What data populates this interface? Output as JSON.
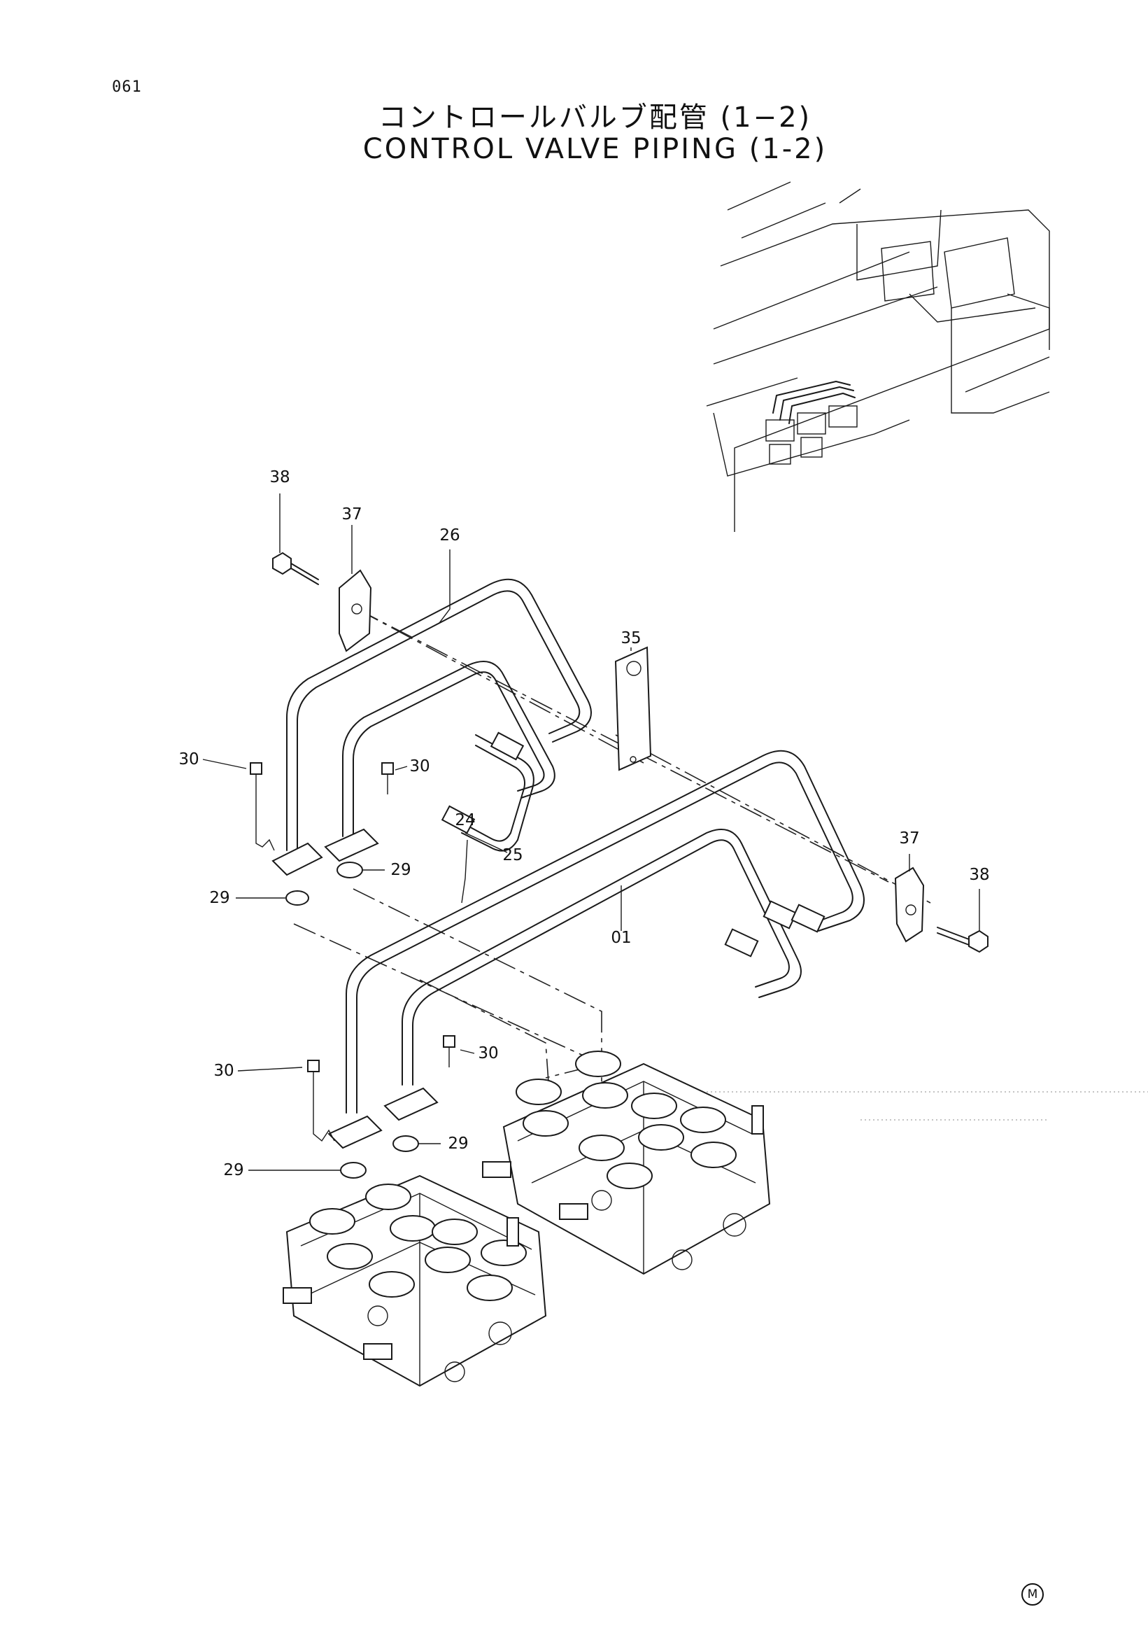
{
  "page_number": "061",
  "title_jp": "コントロールバルブ配管 (1−2)",
  "title_en": "CONTROL VALVE PIPING (1-2)",
  "callouts": {
    "c38_top": "38",
    "c37_top": "37",
    "c26": "26",
    "c35": "35",
    "c30_a": "30",
    "c30_b": "30",
    "c24": "24",
    "c25": "25",
    "c29_a": "29",
    "c29_b": "29",
    "c37_right": "37",
    "c38_right": "38",
    "c01": "01",
    "c30_c": "30",
    "c30_d": "30",
    "c29_c": "29",
    "c29_d": "29"
  },
  "corner_mark": "M",
  "icons": [
    "machine-overview-inset",
    "pipe-assembly",
    "control-valve-block",
    "clamp-icon",
    "bolt-icon",
    "o-ring-icon",
    "bracket-plate-icon",
    "flange-icon"
  ]
}
